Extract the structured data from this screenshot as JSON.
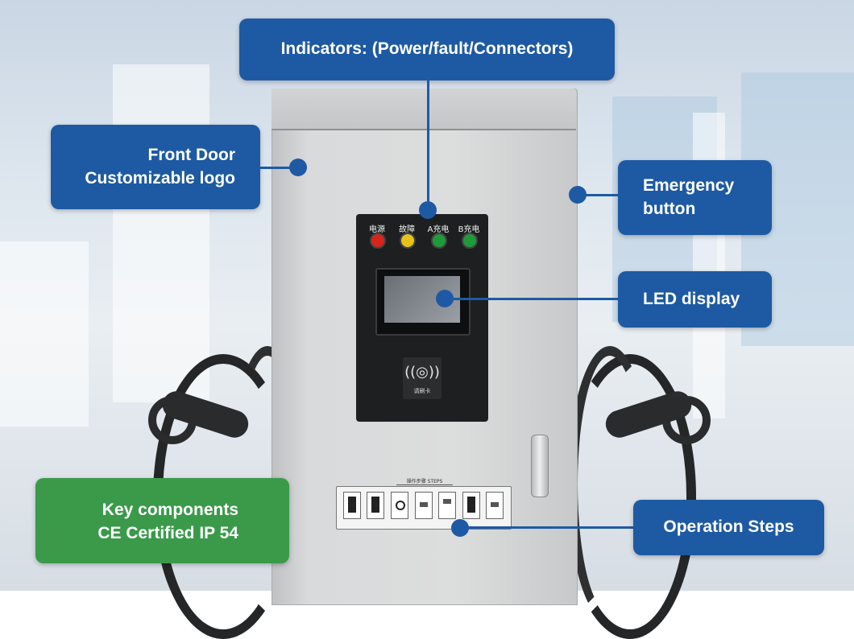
{
  "callouts": {
    "indicators": "Indicators: (Power/fault/Connectors)",
    "front_door_line1": "Front Door",
    "front_door_line2": "Customizable logo",
    "emergency_line1": "Emergency",
    "emergency_line2": "button",
    "led_display": "LED display",
    "key_components_line1": "Key components",
    "key_components_line2": "CE Certified IP 54",
    "operation_steps": "Operation Steps"
  },
  "indicator_labels": [
    "电源",
    "故障",
    "A充电",
    "B充电"
  ],
  "indicator_colors": [
    "#d9241c",
    "#e8c21a",
    "#1f9a3a",
    "#1f9a3a"
  ],
  "rfid_label": "请刷卡",
  "steps_header": "操作步骤 STEPS",
  "colors": {
    "callout_blue": "#1e5aa3",
    "callout_green": "#3a9a4a"
  }
}
